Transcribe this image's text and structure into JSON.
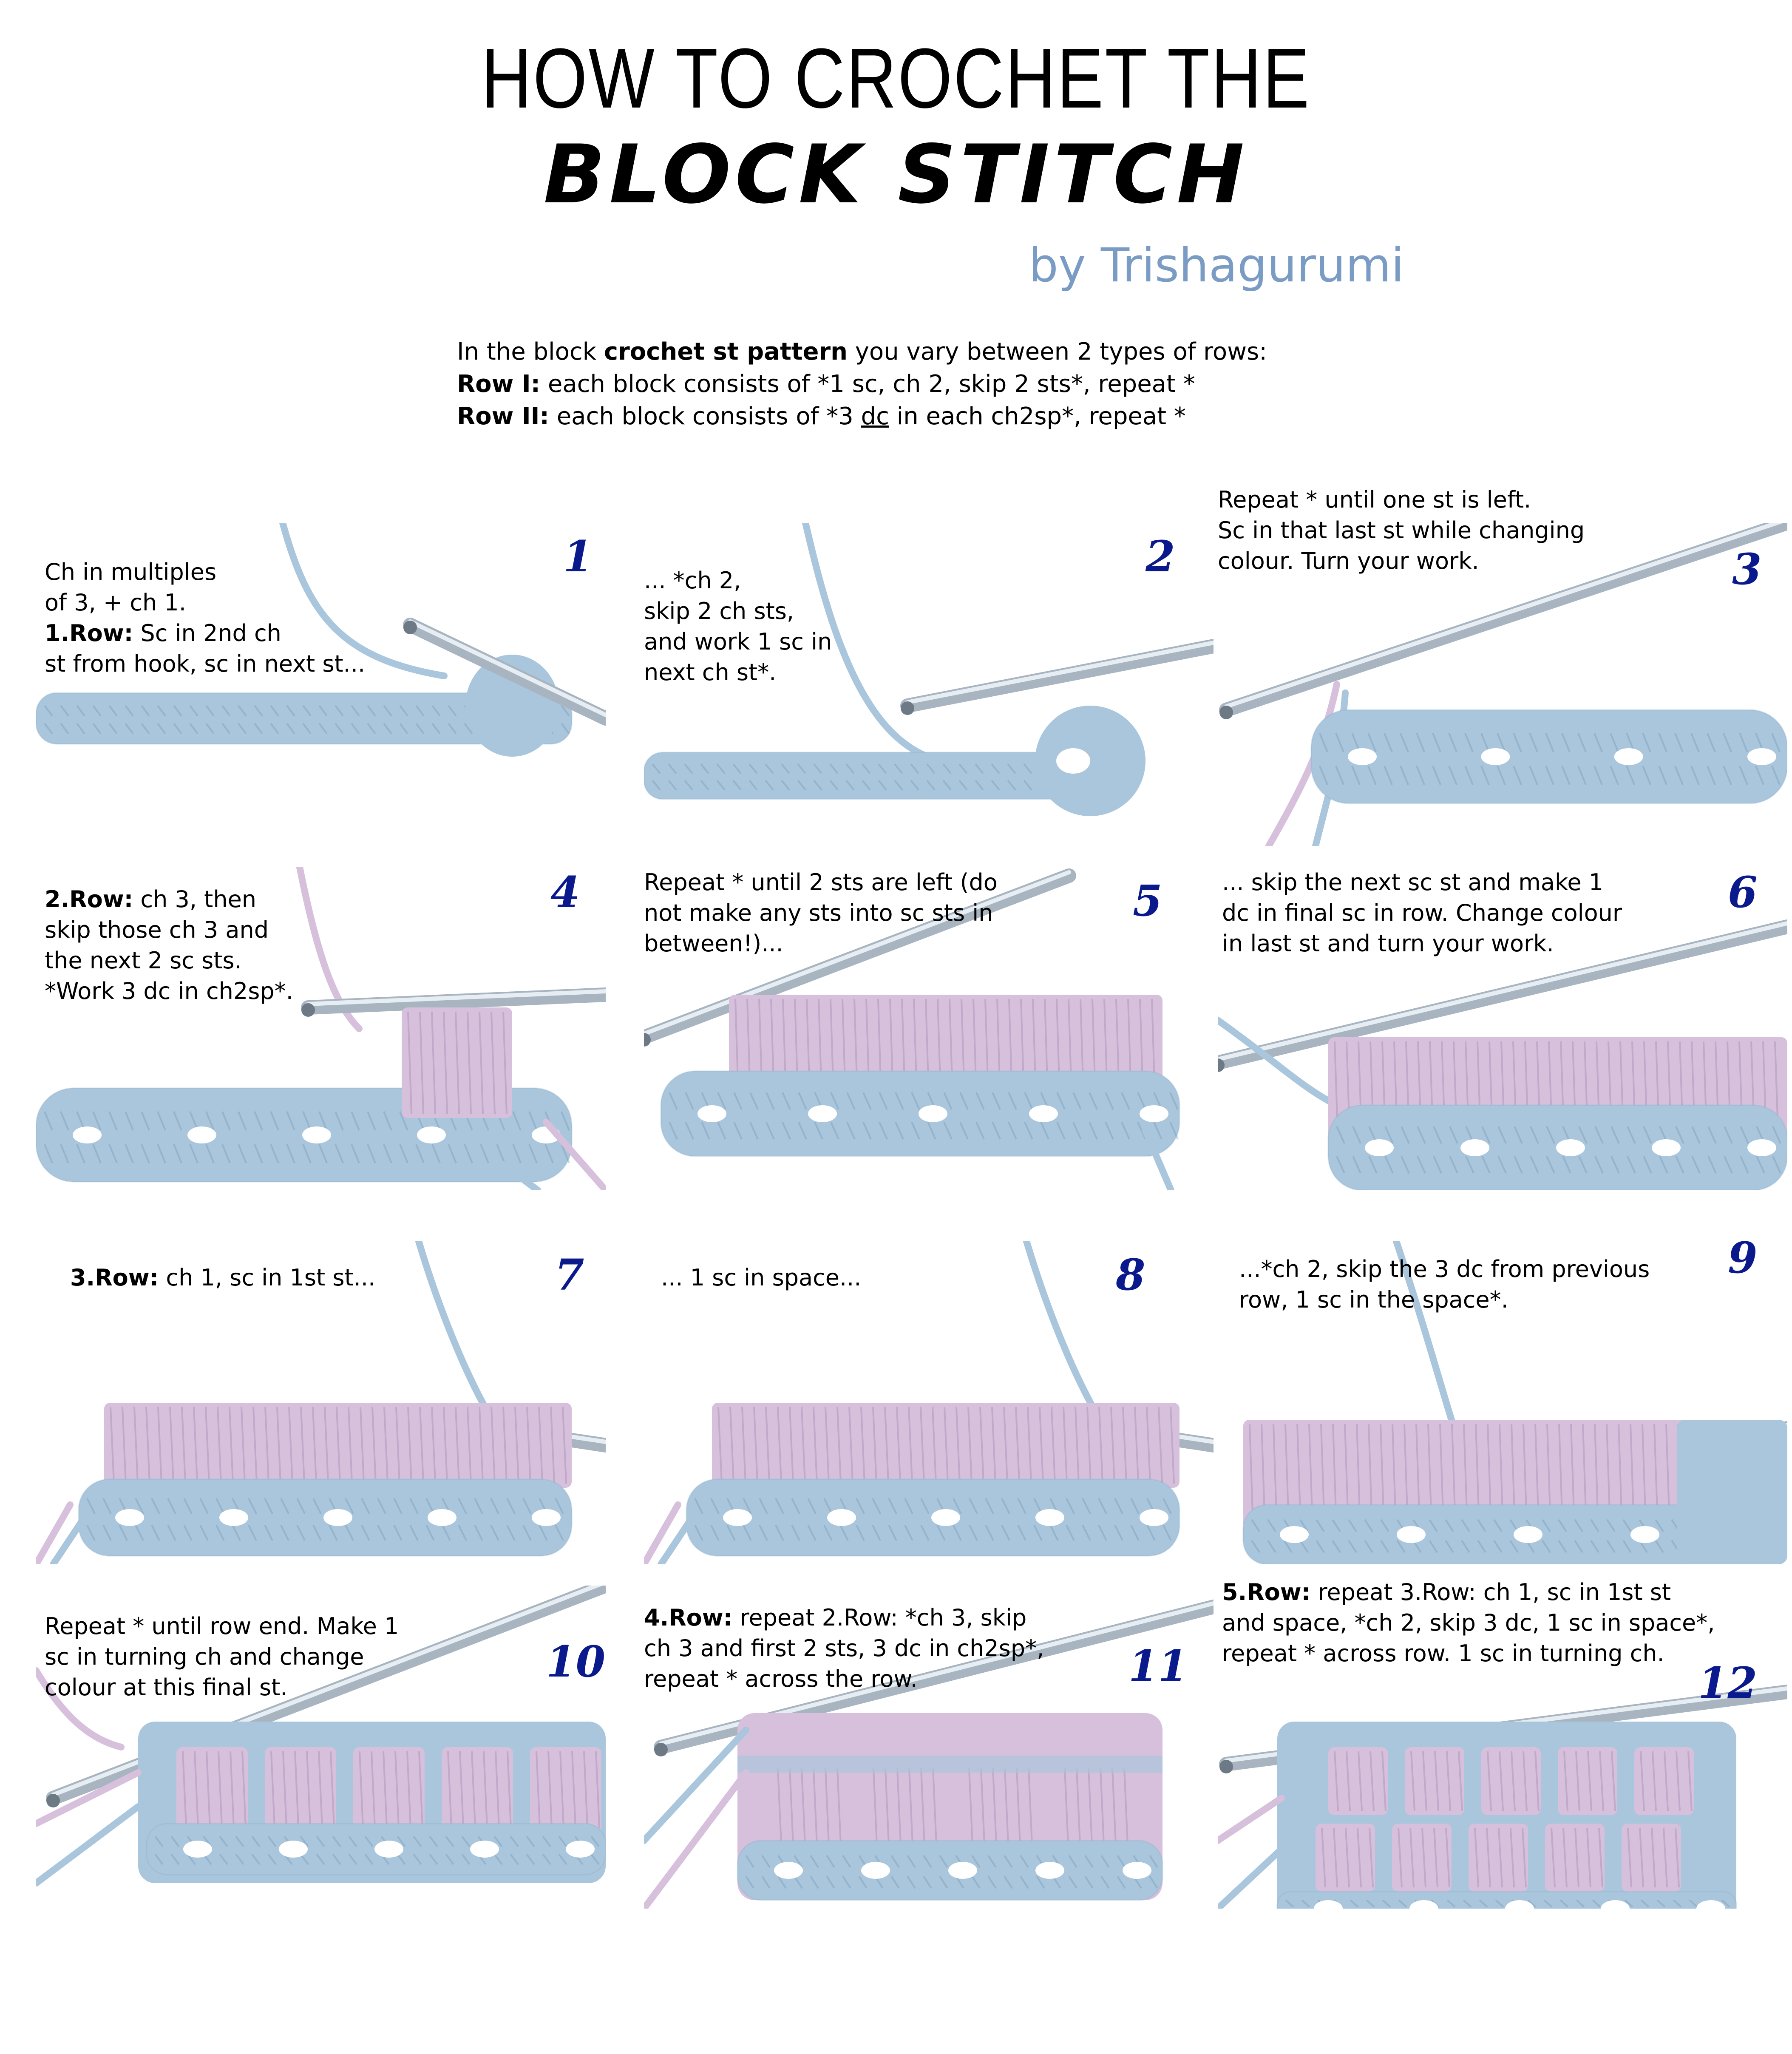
{
  "header": {
    "title_line1": "HOW TO CROCHET THE",
    "title_line2": "BLOCK STITCH",
    "byline": "by Trishagurumi",
    "byline_color": "#7a9cc4"
  },
  "intro": {
    "line1_pre": "In the block ",
    "line1_bold": "crochet st pattern",
    "line1_post": " you vary between 2 types of rows:",
    "line2_bold": "Row I:",
    "line2_text": " each block consists of *1 sc, ch 2, skip 2 sts*, repeat *",
    "line3_bold": "Row II:",
    "line3_pre": " each block consists of *3 ",
    "line3_underlined": "dc",
    "line3_post": " in each ch2sp*, repeat *"
  },
  "colors": {
    "step_number": "#0a1a8c",
    "yarn_blue": "#a9c6dc",
    "yarn_lilac": "#d6c0dc",
    "hook": "#a8b4c0"
  },
  "steps": [
    {
      "number": "1",
      "bold": "",
      "lines": [
        "Ch in multiples",
        "of 3, + ch 1."
      ],
      "bold2": "1.Row:",
      "lines2": [
        " Sc in 2nd ch",
        "st from hook, sc in next st..."
      ]
    },
    {
      "number": "2",
      "bold": "",
      "lines": [
        "... *ch 2,",
        "skip 2 ch sts,",
        "and work 1 sc in",
        "next ch st*."
      ]
    },
    {
      "number": "3",
      "bold": "",
      "lines": [
        "Repeat * until one st is left.",
        "Sc in that last st while changing",
        "colour. Turn your work."
      ]
    },
    {
      "number": "4",
      "bold": "2.Row:",
      "lines": [
        " ch 3, then",
        "skip those ch 3 and",
        "the next 2 sc sts.",
        "*Work 3 dc in ch2sp*."
      ]
    },
    {
      "number": "5",
      "bold": "",
      "lines": [
        "Repeat * until 2 sts are left (do",
        "not make any sts into sc sts in",
        "between!)..."
      ]
    },
    {
      "number": "6",
      "bold": "",
      "lines": [
        "... skip the next sc st and make 1",
        "dc in final sc in row. Change colour",
        "in last st and turn your work."
      ]
    },
    {
      "number": "7",
      "bold": "3.Row:",
      "lines": [
        " ch 1, sc in 1st st..."
      ]
    },
    {
      "number": "8",
      "bold": "",
      "lines": [
        "... 1 sc in space..."
      ]
    },
    {
      "number": "9",
      "bold": "",
      "lines": [
        "...*ch 2, skip the 3 dc from previous",
        "row, 1 sc in the space*."
      ]
    },
    {
      "number": "10",
      "bold": "",
      "lines": [
        "Repeat * until row end. Make 1",
        "sc in turning ch and change",
        "colour at this final st."
      ]
    },
    {
      "number": "11",
      "bold": "4.Row:",
      "lines": [
        " repeat 2.Row: *ch 3, skip",
        "ch 3 and first 2 sts, 3 dc in ch2sp*,",
        "repeat * across the row."
      ]
    },
    {
      "number": "12",
      "bold": "5.Row:",
      "lines": [
        " repeat 3.Row: ch 1, sc in 1st st",
        "and space, *ch 2, skip 3 dc, 1 sc in space*,",
        "repeat * across row. 1 sc in turning ch."
      ]
    }
  ]
}
